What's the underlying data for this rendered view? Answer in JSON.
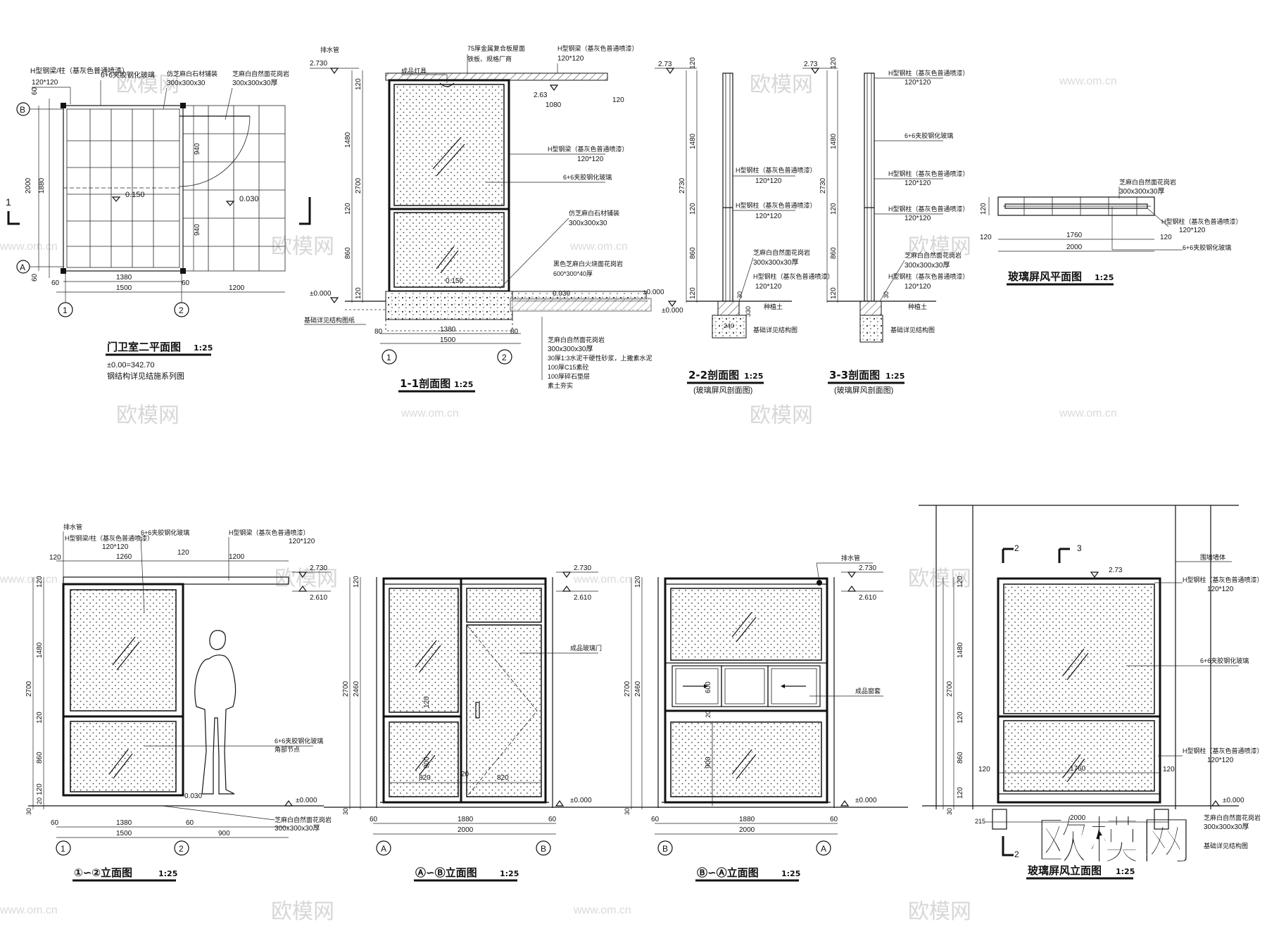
{
  "watermark": {
    "brand": "欧模网",
    "site": "www.om.cn",
    "logo": "欧模网"
  },
  "plan": {
    "title": "门卫室二平面图",
    "scale": "1:25",
    "note1": "±0.00=342.70",
    "note2": "钢结构详见结施系列图",
    "axis_b": "B",
    "axis_a": "A",
    "axis_1": "1",
    "axis_2": "2",
    "section_mark": "1",
    "labels": {
      "steel": "H型钢梁/柱（基灰色普通喷漆）",
      "steel_size": "120*120",
      "glass": "6+6夹胶钢化玻璃",
      "stone": "仿芝麻白石材铺装",
      "stone_size": "300x300x30",
      "stone2": "芝麻白自然面花岗岩",
      "stone2_size": "300x300x30厚"
    },
    "dims": {
      "d60a": "60",
      "d60b": "60",
      "d60c": "60",
      "d60d": "60",
      "d2000": "2000",
      "d1880": "1880",
      "d940a": "940",
      "d940b": "940",
      "d1380": "1380",
      "d1500": "1500",
      "d1200": "1200",
      "lvl1": "0.150",
      "lvl2": "0.030"
    }
  },
  "section11": {
    "title": "1-1剖面图",
    "scale": "1:25",
    "l_drain": "排水管",
    "l_lamp": "成品灯具",
    "l_roof": "75厚金属复合板屋面",
    "l_roof2": "铁板、规格厂商",
    "l_beam": "H型钢梁（基灰色普通喷漆）",
    "l_beam_size": "120*120",
    "l_steel": "H型钢梁（基灰色普通喷漆）",
    "l_steel_size": "120*120",
    "l_glass": "6+6夹胶钢化玻璃",
    "l_stone": "仿芝麻白石材铺装",
    "l_stone_size": "300x300x30",
    "l_paver": "黑色芝麻白火烧面花岗岩",
    "l_paver_size": "600*300*40厚",
    "l_base": "基础详见结构图纸",
    "build1": "芝麻白自然面花岗岩",
    "build2": "300x300x30厚",
    "build3": "30厚1:3水泥干硬性砂浆，上撒素水泥",
    "build4": "100厚C15素砼",
    "build5": "100厚碎石垫层",
    "build6": "素土夯实",
    "lv_top": "2.730",
    "lv_263": "2.63",
    "lv_0": "±0.000",
    "lv_030": "0.030",
    "lv_150": "0.150",
    "d_1080": "1080",
    "d_120": "120",
    "d_1480": "1480",
    "d_2700": "2700",
    "d_120b": "120",
    "d_860": "860",
    "d_120c": "120",
    "d_120d": "120",
    "d_80a": "80",
    "d_80b": "80",
    "d_1380": "1380",
    "d_1500": "1500",
    "axis_1": "1",
    "axis_2": "2"
  },
  "section22": {
    "title": "2-2剖面图",
    "scale": "1:25",
    "subtitle": "(玻璃屏风剖面图)",
    "lv_top": "2.73",
    "lv_0": "±0.000",
    "l_h": "H型钢柱（基灰色普通喷漆）",
    "l_h_size": "120*120",
    "l_h2": "H型钢柱（基灰色普通喷漆）",
    "l_h2_size": "120*120",
    "l_h3": "H型钢柱（基灰色普通喷漆）",
    "l_h3_size": "120*120",
    "l_stone": "芝麻白自然面花岗岩",
    "l_stone_size": "300x300x30厚",
    "l_base": "基础详见结构图",
    "l_soil": "种植土",
    "d_120a": "120",
    "d_1480": "1480",
    "d_2730": "2730",
    "d_120b": "120",
    "d_860": "860",
    "d_120c": "120",
    "d_30": "30",
    "d_240": "240",
    "d_330": "330"
  },
  "section33": {
    "title": "3-3剖面图",
    "scale": "1:25",
    "subtitle": "(玻璃屏风剖面图)",
    "lv_top": "2.73",
    "l_h": "H型钢柱（基灰色普通喷漆）",
    "l_h_size": "120*120",
    "l_glass": "6+6夹胶钢化玻璃",
    "l_h2": "H型钢柱（基灰色普通喷漆）",
    "l_h2_size": "120*120",
    "l_h3": "H型钢柱（基灰色普通喷漆）",
    "l_h3_size": "120*120",
    "l_stone": "芝麻白自然面花岗岩",
    "l_stone_size": "300x300x30厚",
    "l_h4": "H型钢柱（基灰色普通喷漆）",
    "l_h4_size": "120*120",
    "l_base": "基础详见结构图",
    "l_soil": "种植土",
    "d_120a": "120",
    "d_1480": "1480",
    "d_2730": "2730",
    "d_120b": "120",
    "d_860": "860",
    "d_120c": "120",
    "d_30": "30"
  },
  "screen_plan": {
    "title": "玻璃屏风平面图",
    "scale": "1:25",
    "l_stone": "芝麻白自然面花岗岩",
    "l_stone_size": "300x300x30厚",
    "l_h": "H型钢柱（基灰色普通喷漆）",
    "l_h_size": "120*120",
    "l_glass": "6+6夹胶钢化玻璃",
    "d_120a": "120",
    "d_1760": "1760",
    "d_120b": "120",
    "d_2000": "2000",
    "d_120c": "120"
  },
  "elev12": {
    "title": "①∽②立面图",
    "scale": "1:25",
    "l_drain": "排水管",
    "l_h": "H型钢梁/柱（基灰色普通喷漆）",
    "l_h_size": "120*120",
    "l_glass": "6+6夹胶钢化玻璃",
    "l_hr": "H型钢梁（基灰色普通喷漆）",
    "l_hr_size": "120*120",
    "l_glass2": "6+6夹胶钢化玻璃",
    "l_glass2b": "角部节点",
    "l_stone": "芝麻白自然面花岗岩",
    "l_stone_size": "300x300x30厚",
    "d_120": "120",
    "d_1260": "1260",
    "d_120b": "120",
    "d_1200": "1200",
    "lv_273": "2.730",
    "lv_261": "2.610",
    "lv_0": "±0.000",
    "lv_030": "0.030",
    "v_120": "120",
    "v_1480": "1480",
    "v_2700": "2700",
    "v_120b": "120",
    "v_860": "860",
    "v_120c": "120",
    "v_30": "30",
    "v_20": "20",
    "d_60a": "60",
    "d_1380": "1380",
    "d_60b": "60",
    "d_1500": "1500",
    "d_900": "900",
    "axis_1": "1",
    "axis_2": "2"
  },
  "elevAB": {
    "title": "Ⓐ∽Ⓑ立面图",
    "scale": "1:25",
    "l_door": "成品玻璃门",
    "lv_273": "2.730",
    "lv_261": "2.610",
    "lv_0": "±0.000",
    "v_120": "120",
    "v_2700": "2700",
    "v_2460": "2460",
    "v_120b": "120",
    "v_900": "900",
    "v_30": "30",
    "d_820a": "820",
    "d_20": "20",
    "d_820b": "820",
    "d_60a": "60",
    "d_1880": "1880",
    "d_60b": "60",
    "d_2000": "2000",
    "axis_a": "A",
    "axis_b": "B"
  },
  "elevBA": {
    "title": "Ⓑ∽Ⓐ立面图",
    "scale": "1:25",
    "l_drain": "排水管",
    "l_window": "成品窗套",
    "lv_273": "2.730",
    "lv_261": "2.610",
    "lv_0": "±0.000",
    "v_120": "120",
    "v_2700": "2700",
    "v_2460": "2460",
    "v_600": "600",
    "v_20": "20",
    "v_900": "900",
    "v_30": "30",
    "d_60a": "60",
    "d_1880": "1880",
    "d_60b": "60",
    "d_2000": "2000",
    "axis_b": "B",
    "axis_a": "A"
  },
  "screen_elev": {
    "title": "玻璃屏风立面图",
    "scale": "1:25",
    "mark2a": "2",
    "mark3": "3",
    "mark2b": "2",
    "lv_273": "2.73",
    "lv_0": "±0.000",
    "l_wall": "围墙墙体",
    "l_h": "H型钢柱（基灰色普通喷漆）",
    "l_h_size": "120*120",
    "l_glass": "6+6夹胶钢化玻璃",
    "l_h2": "H型钢柱（基灰色普通喷漆）",
    "l_h2_size": "120*120",
    "l_stone": "芝麻白自然面花岗岩",
    "l_stone_size": "300x300x30厚",
    "l_base": "基础详见结构图",
    "v_120": "120",
    "v_1480": "1480",
    "v_2700": "2700",
    "v_120b": "120",
    "v_860": "860",
    "v_120c": "120",
    "v_30": "30",
    "d_120a": "120",
    "d_1760": "1760",
    "d_120b": "120",
    "d_2000": "2000",
    "d_215": "215"
  }
}
